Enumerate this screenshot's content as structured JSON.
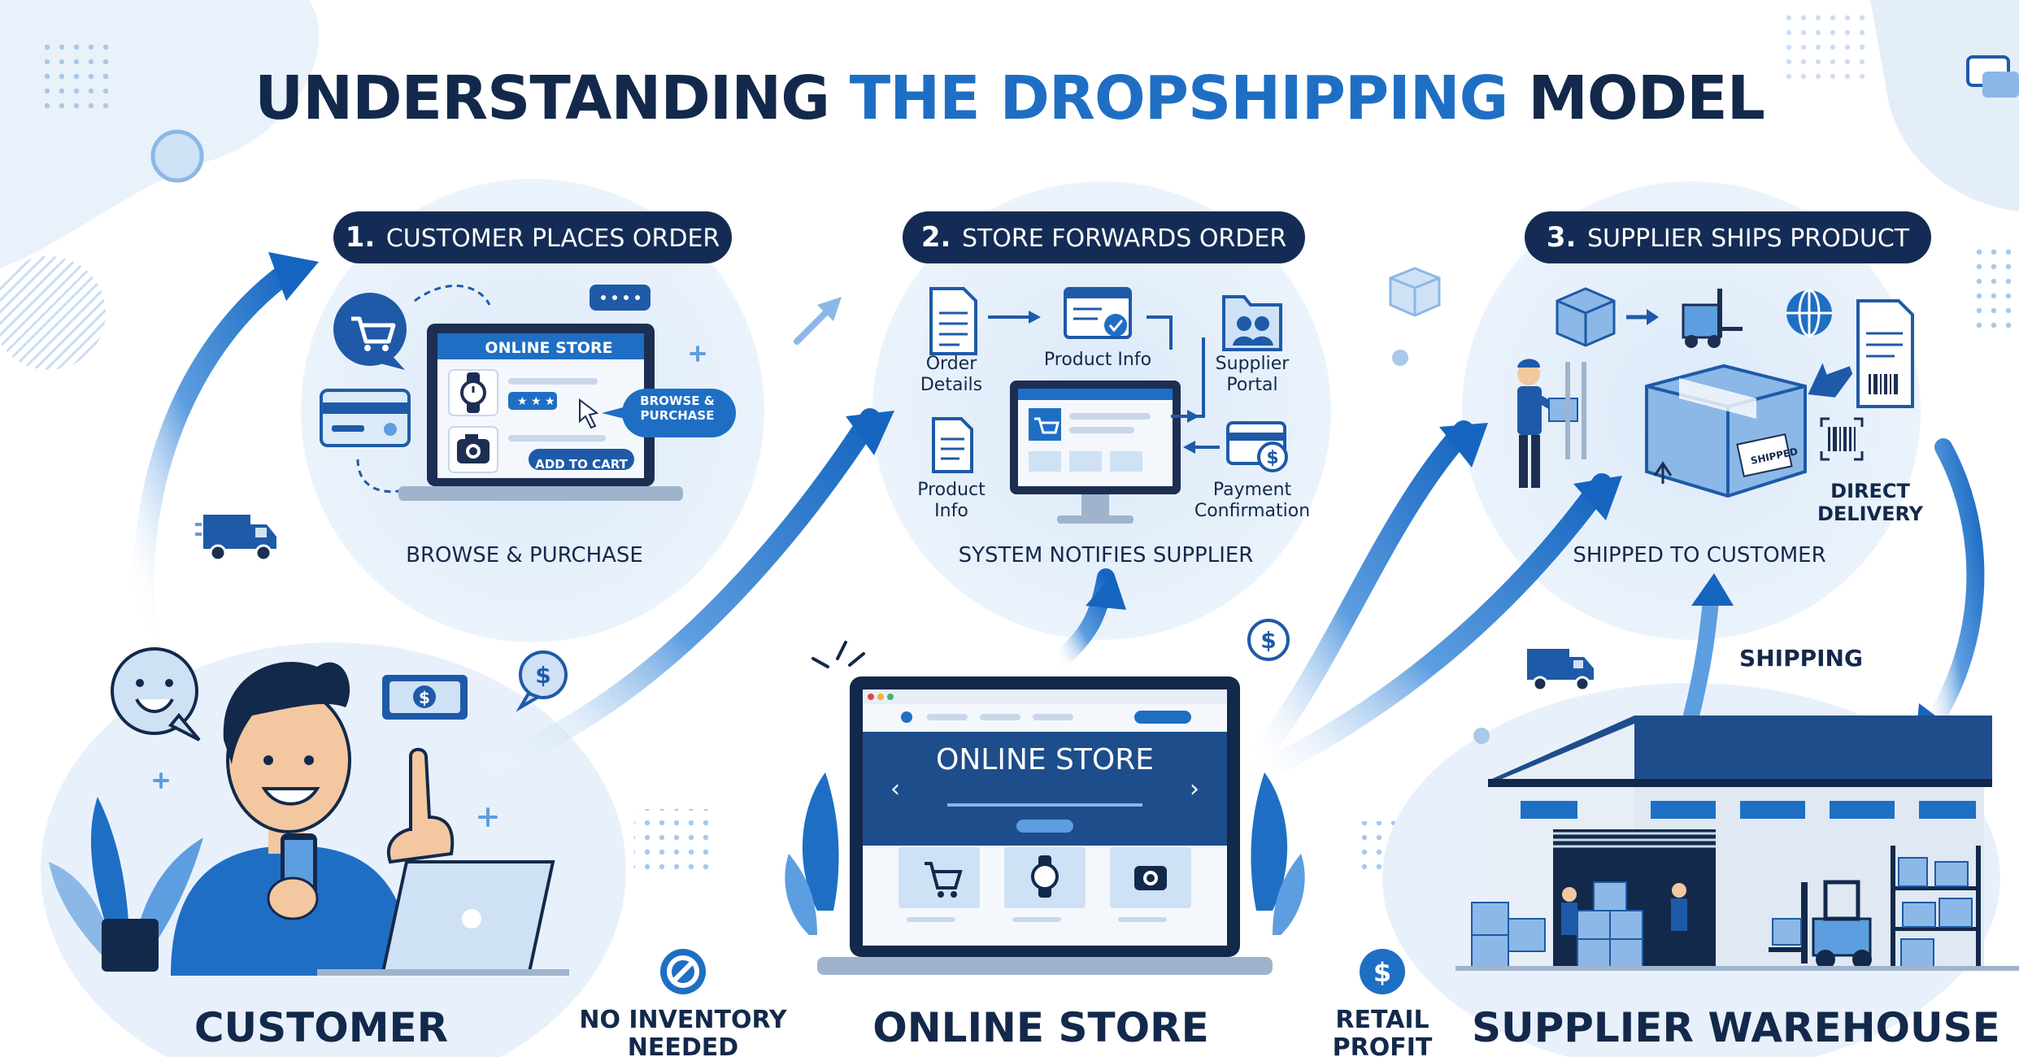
{
  "title": {
    "part1": "UNDERSTANDING ",
    "highlight": "THE DROPSHIPPING",
    "part2": " MODEL"
  },
  "steps": [
    {
      "num": "1.",
      "label": "CUSTOMER PLACES ORDER",
      "caption": "BROWSE & PURCHASE"
    },
    {
      "num": "2.",
      "label": "STORE FORWARDS ORDER",
      "caption": "SYSTEM NOTIFIES SUPPLIER"
    },
    {
      "num": "3.",
      "label": "SUPPLIER SHIPS PRODUCT",
      "caption": "SHIPPED TO CUSTOMER"
    }
  ],
  "step1": {
    "store_header": "ONLINE STORE",
    "browse_bubble": "BROWSE & PURCHASE",
    "add_to_cart": "ADD TO CART"
  },
  "step2": {
    "order_details": "Order Details",
    "product_info_top": "Product Info",
    "supplier_portal": "Supplier Portal",
    "product_info_left": "Product Info",
    "payment_confirmation": "Payment Confirmation"
  },
  "step3": {
    "direct_delivery": "DIRECT DELIVERY",
    "shipped_stamp": "SHIPPED"
  },
  "shipping_label": "SHIPPING",
  "store_banner": "ONLINE STORE",
  "no_inventory": "NO INVENTORY NEEDED",
  "retail_profit": "RETAIL PROFIT",
  "bottom": {
    "customer": "CUSTOMER",
    "online_store": "ONLINE STORE",
    "supplier_warehouse": "SUPPLIER WAREHOUSE"
  },
  "colors": {
    "navy": "#13294b",
    "accent": "#1e6fc4",
    "light": "#e6f0fa"
  },
  "icons": [
    "cart-icon",
    "credit-card-icon",
    "watch-icon",
    "camera-icon",
    "truck-icon",
    "dollar-icon",
    "smile-icon",
    "document-icon",
    "folder-users-icon",
    "globe-icon",
    "forklift-icon",
    "box-icon",
    "barcode-icon",
    "prohibited-icon"
  ]
}
